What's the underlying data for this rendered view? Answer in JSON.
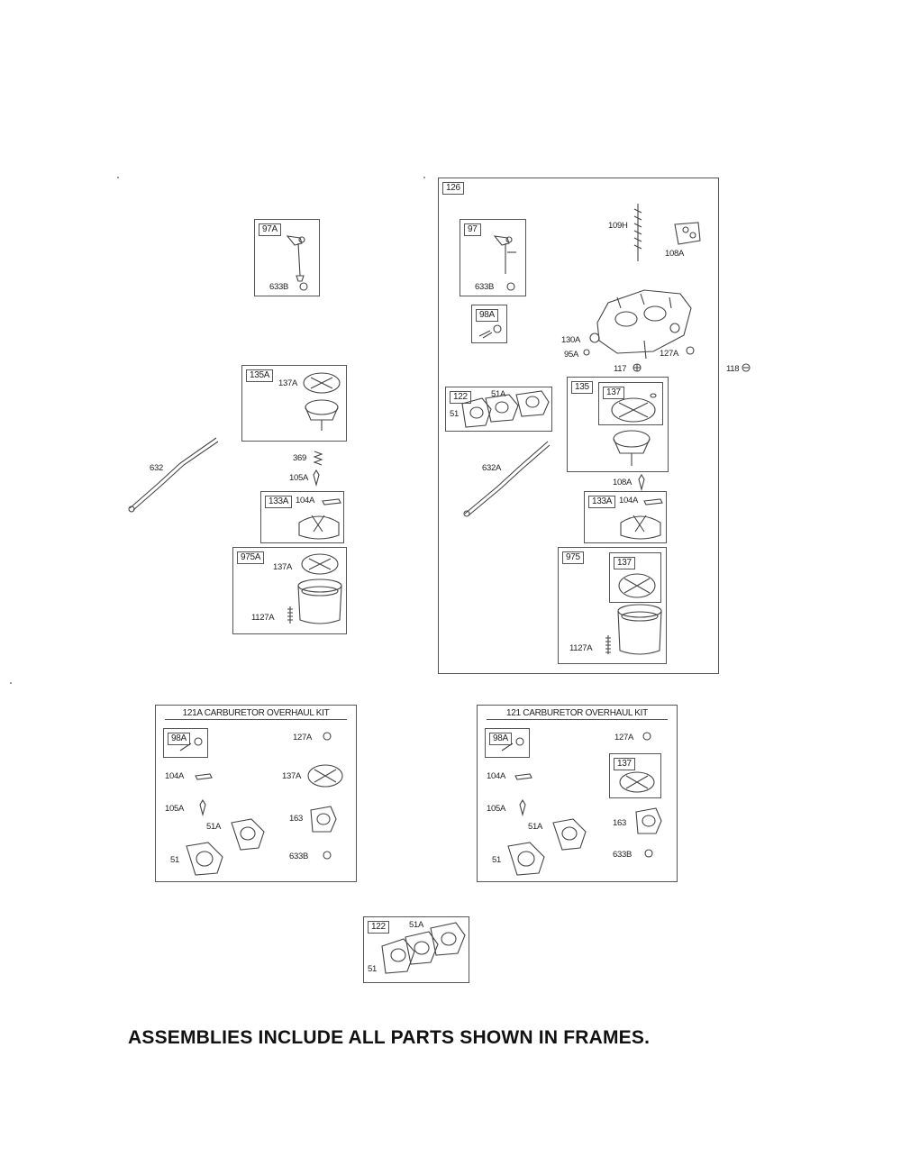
{
  "footer_note": "ASSEMBLIES INCLUDE ALL PARTS SHOWN IN FRAMES.",
  "frames": {
    "f97a": "97A",
    "f135a": "135A",
    "f133a": "133A",
    "f975a": "975A",
    "f126": "126",
    "f97": "97",
    "f98a_top": "98A",
    "f122_top": "122",
    "f135": "135",
    "f137_135": "137",
    "f133a_right": "133A",
    "f975": "975",
    "f137_975": "137",
    "f98a_kitA": "98A",
    "f98a_kit": "98A",
    "f137_kit": "137",
    "f122_bottom": "122"
  },
  "kits": {
    "kit121a": "121A CARBURETOR OVERHAUL KIT",
    "kit121": "121 CARBURETOR OVERHAUL KIT"
  },
  "labels": {
    "l633b_97a": "633B",
    "l137a_135a": "137A",
    "l369": "369",
    "l105a_left": "105A",
    "l632": "632",
    "l104a_133a": "104A",
    "l137a_975a": "137A",
    "l1127a_975a": "1127A",
    "l633b_97": "633B",
    "l109h": "109H",
    "l108a": "108A",
    "l130a": "130A",
    "l95a": "95A",
    "l127a_top": "127A",
    "l117": "117",
    "l118": "118",
    "l51a_122": "51A",
    "l51_122": "51",
    "l632a": "632A",
    "l108a_b": "108A",
    "l104a_133a_r": "104A",
    "l1127a_975": "1127A",
    "k1_127a": "127A",
    "k1_104a": "104A",
    "k1_137a": "137A",
    "k1_105a": "105A",
    "k1_51a": "51A",
    "k1_163": "163",
    "k1_51": "51",
    "k1_633b": "633B",
    "k2_127a": "127A",
    "k2_104a": "104A",
    "k2_105a": "105A",
    "k2_51a": "51A",
    "k2_163": "163",
    "k2_51": "51",
    "k2_633b": "633B",
    "b_51a": "51A",
    "b_51": "51"
  },
  "icons": [
    "choke-lever-icon",
    "float-bowl-icon",
    "float-icon",
    "spring-icon",
    "gasket-icon",
    "fuel-pipe-icon",
    "carburetor-body-icon",
    "diaphragm-icon",
    "screw-icon",
    "needle-valve-icon"
  ]
}
